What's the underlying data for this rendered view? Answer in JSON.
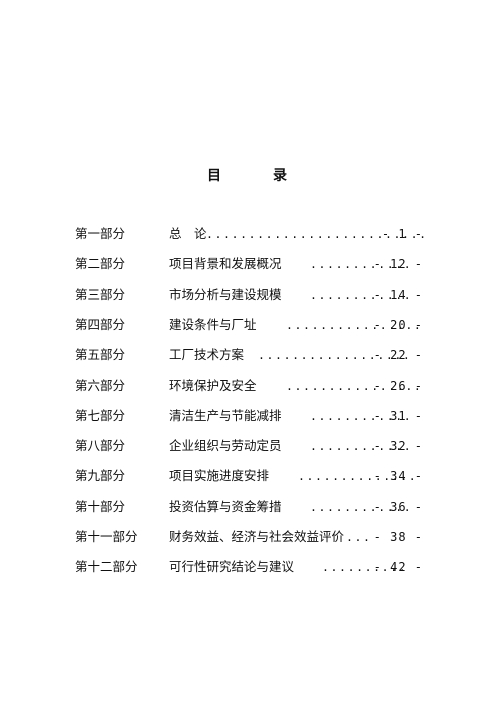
{
  "title": [
    "目",
    "录"
  ],
  "toc": [
    {
      "part": "第一部分",
      "title": "总　论",
      "dots": "..........................",
      "page": "- 1 -"
    },
    {
      "part": "第二部分",
      "title": "项目背景和发展概况",
      "dots": "............",
      "page": "- 12 -"
    },
    {
      "part": "第三部分",
      "title": "市场分析与建设规模",
      "dots": "............",
      "page": "- 14 -"
    },
    {
      "part": "第四部分",
      "title": "建设条件与厂址",
      "dots": "................",
      "page": "- 20 -"
    },
    {
      "part": "第五部分",
      "title": "工厂技术方案",
      "dots": "..................",
      "page": "- 22 -"
    },
    {
      "part": "第六部分",
      "title": "环境保护及安全",
      "dots": "................",
      "page": "- 26 -"
    },
    {
      "part": "第七部分",
      "title": "清洁生产与节能减排",
      "dots": "............",
      "page": "- 31 -"
    },
    {
      "part": "第八部分",
      "title": "企业组织与劳动定员",
      "dots": "............",
      "page": "- 32 -"
    },
    {
      "part": "第九部分",
      "title": "项目实施进度安排",
      "dots": "..............",
      "page": "- 34 -"
    },
    {
      "part": "第十部分",
      "title": "投资估算与资金筹措",
      "dots": "............",
      "page": "- 36 -"
    },
    {
      "part": "第十一部分",
      "title": "财务效益、经济与社会效益评价",
      "dots": "...",
      "page": "- 38 -"
    },
    {
      "part": "第十二部分",
      "title": "可行性研究结论与建议",
      "dots": "..........",
      "page": "- 42 -"
    }
  ]
}
